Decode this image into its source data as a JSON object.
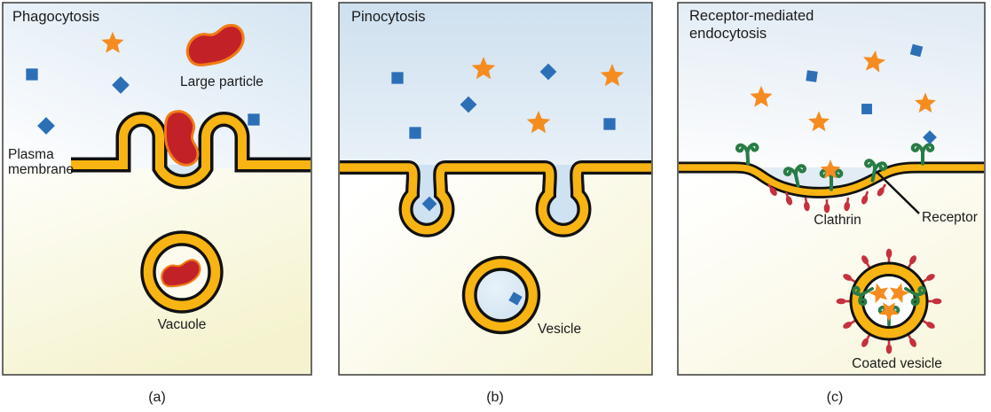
{
  "panels": [
    {
      "id": "a",
      "title": "Phagocytosis",
      "caption": "(a)",
      "labels": {
        "large_particle": "Large particle",
        "plasma_membrane": "Plasma membrane",
        "vacuole": "Vacuole"
      }
    },
    {
      "id": "b",
      "title": "Pinocytosis",
      "caption": "(b)",
      "labels": {
        "vesicle": "Vesicle"
      }
    },
    {
      "id": "c",
      "title": "Receptor-mediated endocytosis",
      "caption": "(c)",
      "labels": {
        "clathrin": "Clathrin",
        "receptor": "Receptor",
        "coated_vesicle": "Coated vesicle"
      }
    }
  ],
  "colors": {
    "membrane_yellow": "#F7B412",
    "outline_black": "#111111",
    "particle_red": "#C32128",
    "particle_red_outline": "#F07C13",
    "solute_blue": "#2D6FB7",
    "star_orange": "#F68C1F",
    "receptor_green": "#287C45",
    "clathrin_red": "#C5313D",
    "extracellular_blue_bg": "#D5E5F2",
    "cytoplasm_yellow_bg": "#F5F3CF",
    "panel_border": "#474744"
  },
  "icons": {
    "star": "star-particle-icon",
    "square": "solute-square-icon",
    "diamond": "solute-diamond-icon",
    "bean": "large-particle-icon",
    "receptor": "receptor-icon",
    "clathrin_pin": "clathrin-pin-icon"
  }
}
